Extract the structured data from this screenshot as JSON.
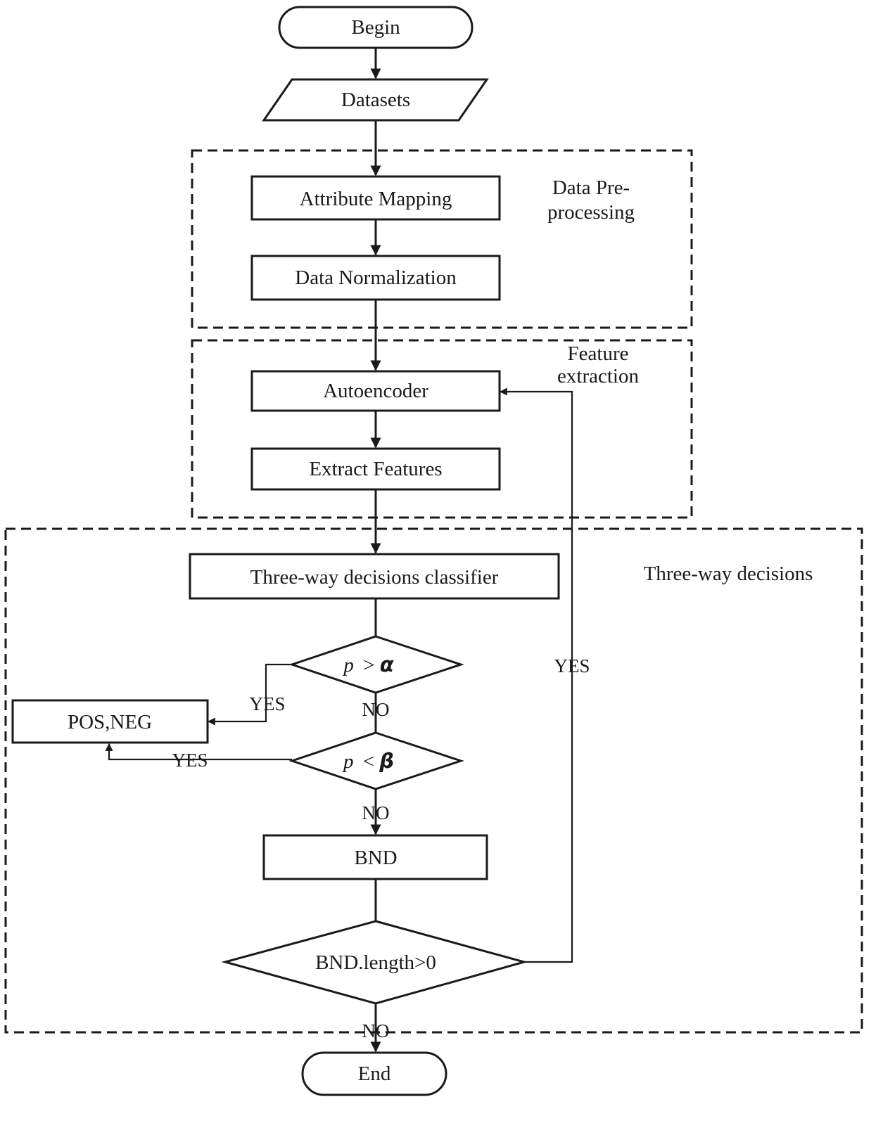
{
  "nodes": {
    "begin": "Begin",
    "datasets": "Datasets",
    "attribute_mapping": "Attribute Mapping",
    "data_normalization": "Data Normalization",
    "autoencoder": "Autoencoder",
    "extract_features": "Extract Features",
    "classifier": "Three-way decisions classifier",
    "pos_neg": "POS,NEG",
    "bnd": "BND",
    "bnd_length": "BND.length>0",
    "end": "End"
  },
  "decisions": {
    "alpha": {
      "var": "p",
      "op": ">",
      "sym": "α"
    },
    "beta": {
      "var": "p",
      "op": "<",
      "sym": "β"
    }
  },
  "groups": {
    "preprocessing": [
      "Data Pre-",
      "processing"
    ],
    "feature_extraction": [
      "Feature",
      "extraction"
    ],
    "three_way": "Three-way decisions"
  },
  "edge_labels": {
    "alpha_yes": "YES",
    "alpha_no": "NO",
    "beta_yes": "YES",
    "beta_no": "NO",
    "loop_yes": "YES",
    "final_no": "NO"
  }
}
